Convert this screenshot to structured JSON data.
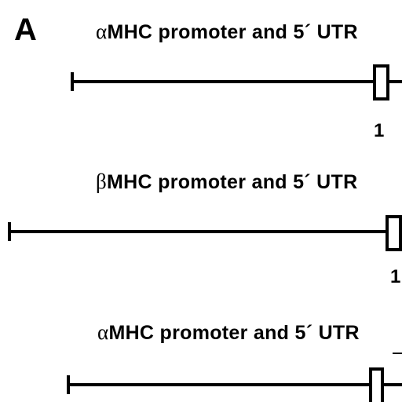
{
  "panel_label": "A",
  "constructs": [
    {
      "greek": "α",
      "title": "MHC  promoter and 5´ UTR",
      "exon_number": "1"
    },
    {
      "greek": "β",
      "title": "MHC  promoter and 5´ UTR",
      "exon_number": "1"
    },
    {
      "greek": "α",
      "title": "MHC  promoter and 5´ UTR",
      "exon_number": ""
    }
  ],
  "colors": {
    "ink": "#000000",
    "exon_fill": "#ffffff",
    "background": "#ffffff"
  }
}
